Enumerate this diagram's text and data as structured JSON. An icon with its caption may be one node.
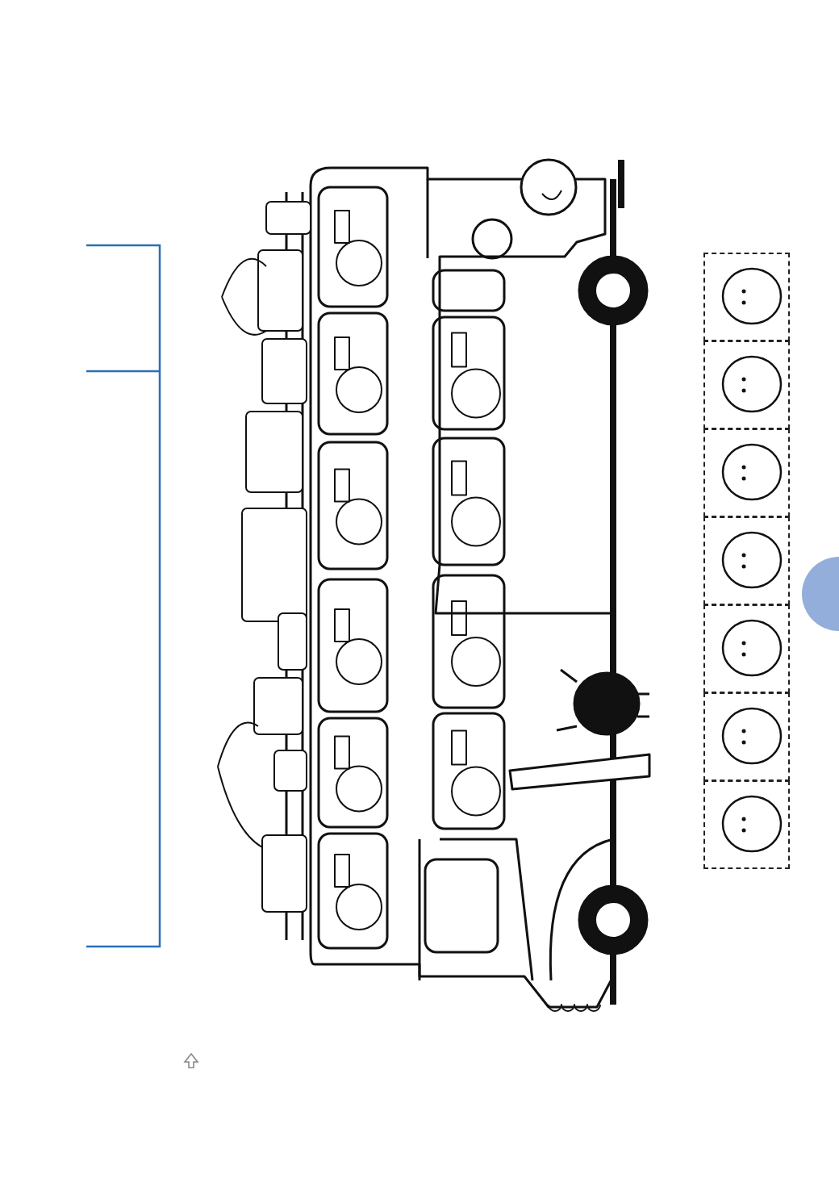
{
  "diagram": {
    "nodes": [
      {
        "text": [],
        "shape": "picture"
      },
      {
        "text": [],
        "shape": "picture"
      },
      {
        "text": [],
        "shape": "picture"
      },
      {
        "text": [],
        "shape": "picture"
      },
      {
        "text": [],
        "shape": "picture"
      },
      {
        "text": [],
        "shape": "picture"
      },
      {
        "text": [],
        "shape": "picture"
      }
    ]
  }
}
